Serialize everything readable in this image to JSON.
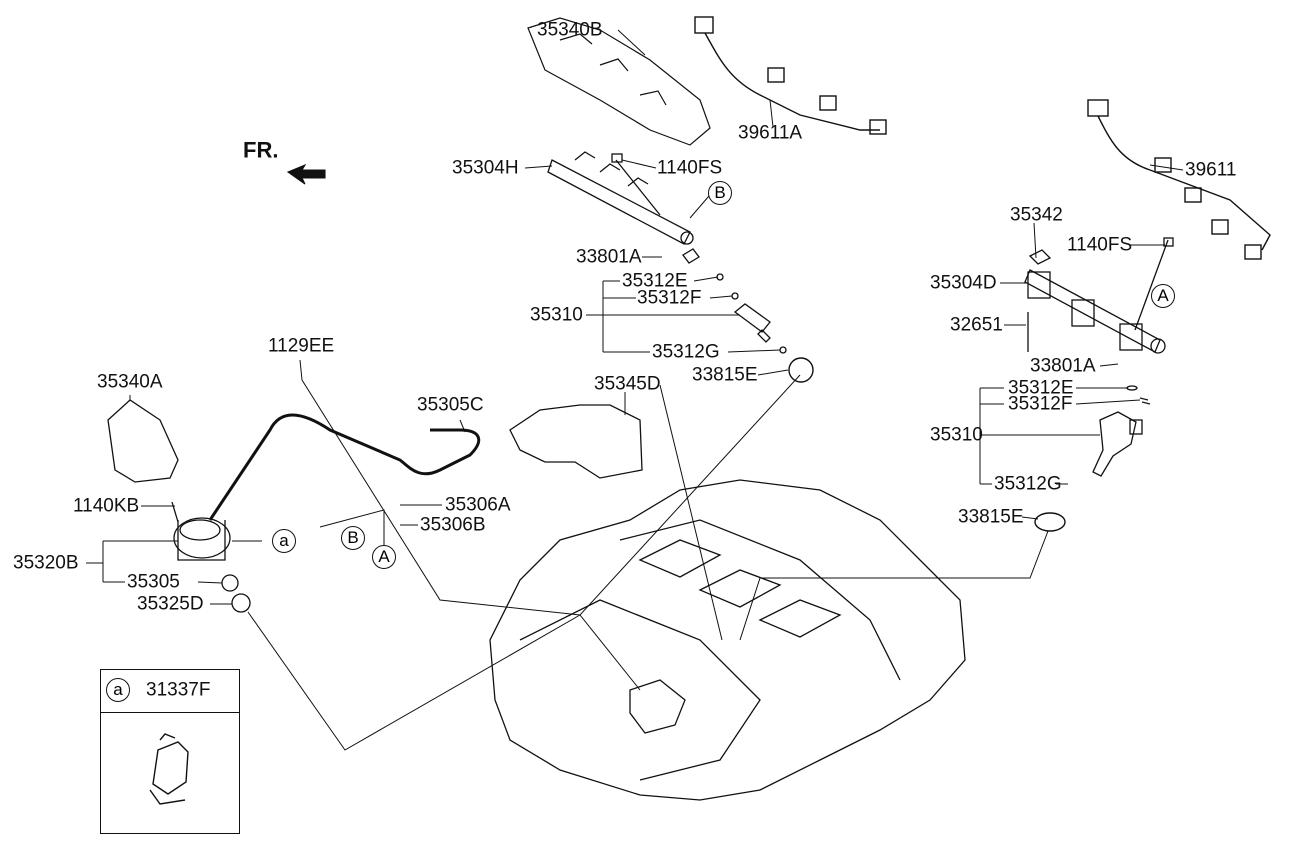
{
  "orientation": {
    "label": "FR.",
    "icon": "arrow-icon"
  },
  "callouts": [
    "35340B",
    "39611A",
    "35304H",
    "1140FS",
    "39611",
    "35342",
    "1140FS",
    "33801A",
    "35312E",
    "35304D",
    "35312F",
    "35310",
    "32651",
    "35312G",
    "1129EE",
    "33815E",
    "33801A",
    "35340A",
    "35345D",
    "35312E",
    "35312F",
    "35305C",
    "35310",
    "35312G",
    "1140KB",
    "35306A",
    "35306B",
    "33815E",
    "35320B",
    "35305",
    "35325D"
  ],
  "refs": [
    "B",
    "A",
    "B",
    "a",
    "A"
  ],
  "inset": {
    "ref": "a",
    "part": "31337F"
  }
}
